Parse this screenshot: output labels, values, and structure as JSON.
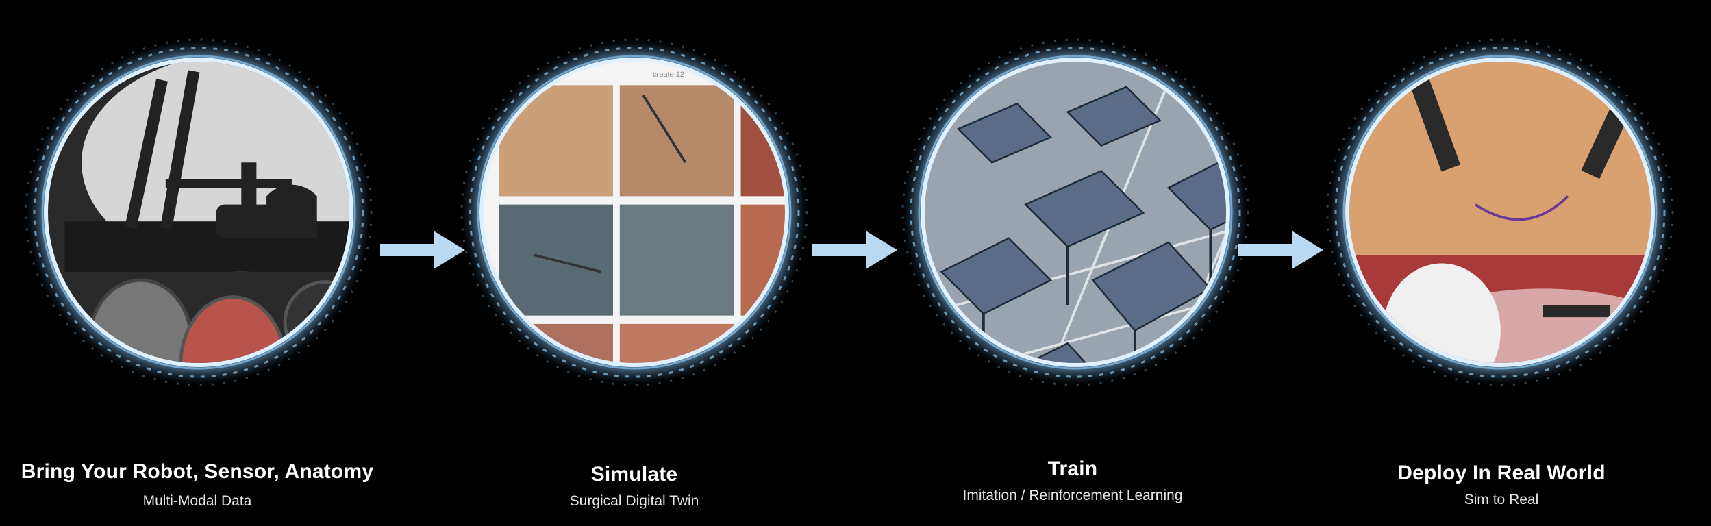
{
  "stages": [
    {
      "title": "Bring Your Robot, Sensor, Anatomy",
      "subtitle": "Multi-Modal Data"
    },
    {
      "title": "Simulate",
      "subtitle": "Surgical Digital Twin"
    },
    {
      "title": "Train",
      "subtitle": "Imitation / Reinforcement Learning"
    },
    {
      "title": "Deploy In Real World",
      "subtitle": "Sim to Real"
    }
  ],
  "tiny_caption": "create 12",
  "colors": {
    "background": "#000000",
    "ring": "#dff0ff",
    "arrow": "#b9d9f2"
  },
  "icons": [
    "robot-arm-render",
    "ct-scan-image",
    "anatomy-render",
    "sensor-camera-icon",
    "surgical-sim-grid",
    "sim-tables-scene",
    "real-surgical-robot-photo"
  ]
}
